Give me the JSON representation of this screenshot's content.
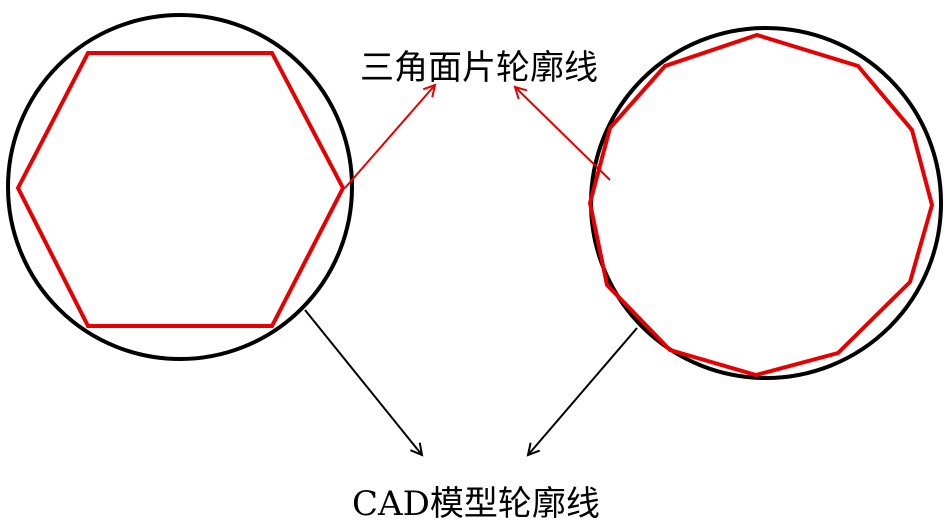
{
  "labels": {
    "triangle_patch_contour": "三角面片轮廓线",
    "cad_model_contour": "CAD模型轮廓线"
  },
  "colors": {
    "cad_contour": "#000000",
    "patch_contour": "#e60000"
  },
  "shapes": {
    "left_polygon_sides": 6,
    "right_polygon_sides": 12
  }
}
